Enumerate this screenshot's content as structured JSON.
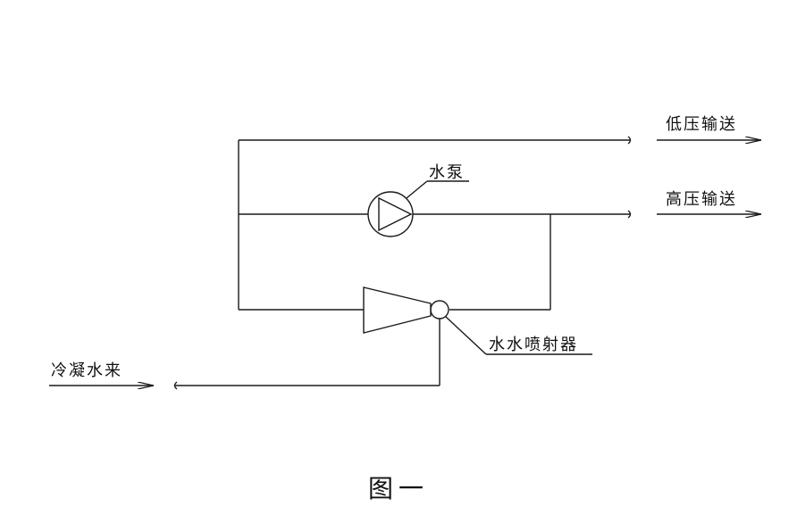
{
  "labels": {
    "low_pressure": "低压输送",
    "high_pressure": "高压输送",
    "pump": "水泵",
    "ejector": "水水喷射器",
    "condensate_in": "冷凝水来"
  },
  "caption": "图一",
  "colors": {
    "line": "#1a1a1a",
    "text": "#111111",
    "background": "#ffffff"
  }
}
